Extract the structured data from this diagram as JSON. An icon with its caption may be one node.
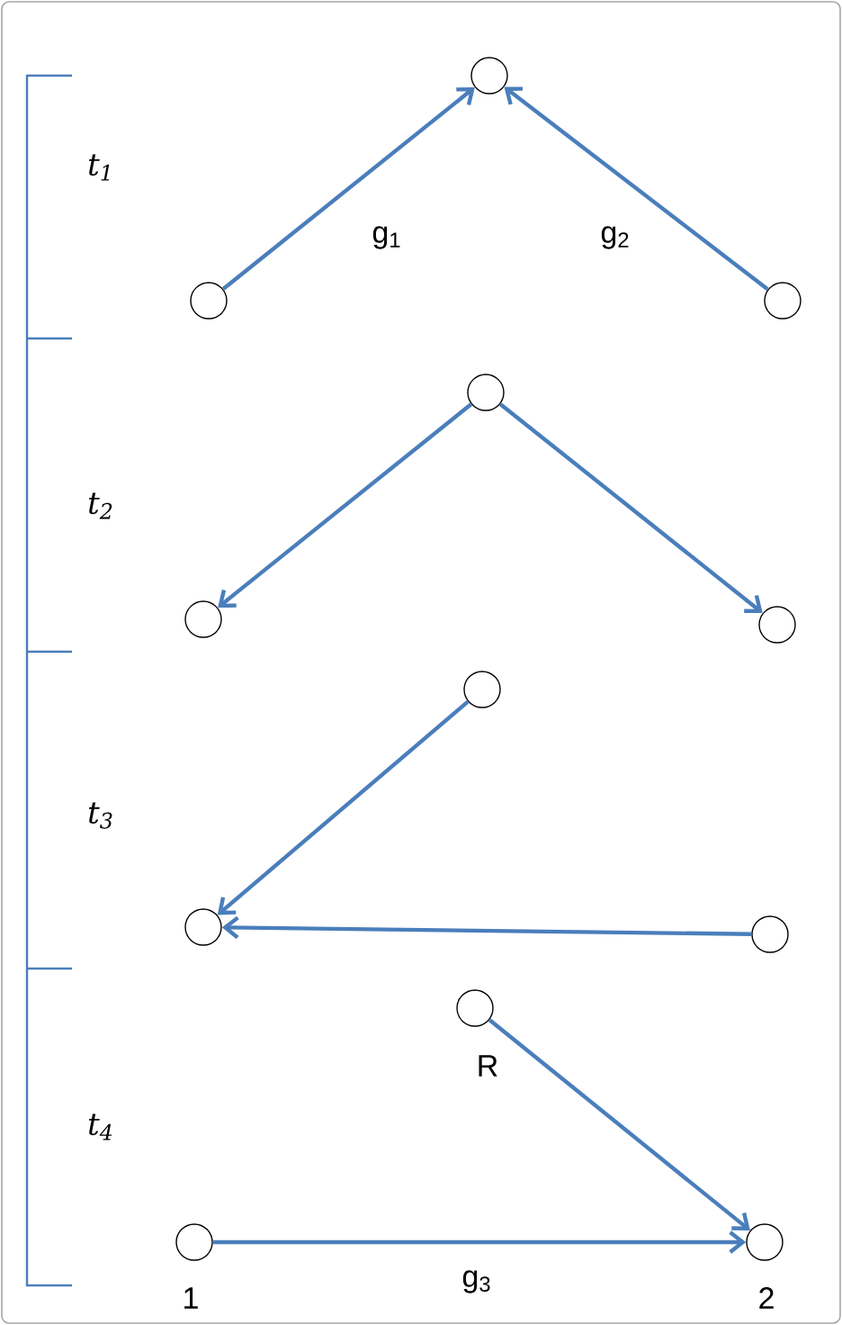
{
  "diagram": {
    "nodes": [
      {
        "text": [],
        "shape": "circle"
      },
      {
        "text": [],
        "shape": "circle"
      },
      {
        "text": [],
        "shape": "circle"
      },
      {
        "text": [],
        "shape": "circle"
      },
      {
        "text": [],
        "shape": "circle"
      },
      {
        "text": [],
        "shape": "circle"
      },
      {
        "text": [],
        "shape": "circle"
      },
      {
        "text": [],
        "shape": "circle"
      },
      {
        "text": [],
        "shape": "circle"
      },
      {
        "text": [],
        "shape": "circle",
        "beside": [
          "R"
        ]
      },
      {
        "text": [],
        "shape": "circle",
        "beside": [
          "1"
        ]
      },
      {
        "text": [],
        "shape": "circle",
        "beside": [
          "2"
        ]
      }
    ],
    "edges": [
      {
        "from": 1,
        "to": 0,
        "arrow": "to",
        "label": "g$_{1}$"
      },
      {
        "from": 2,
        "to": 0,
        "arrow": "to",
        "label": "g$_{2}$"
      },
      {
        "from": 3,
        "to": 4,
        "arrow": "to"
      },
      {
        "from": 3,
        "to": 5,
        "arrow": "to"
      },
      {
        "from": 6,
        "to": 7,
        "arrow": "to"
      },
      {
        "from": 8,
        "to": 7,
        "arrow": "to"
      },
      {
        "from": 9,
        "to": 11,
        "arrow": "to"
      },
      {
        "from": 10,
        "to": 11,
        "arrow": "to",
        "label": "g$_{3}$"
      }
    ],
    "labels": [
      "t$_{1}$",
      "t$_{2}$",
      "t$_{3}$",
      "t$_{4}$"
    ]
  }
}
